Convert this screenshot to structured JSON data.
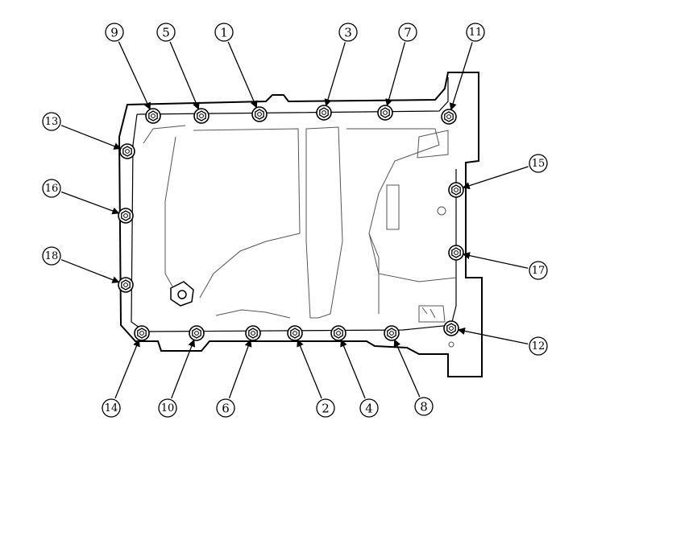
{
  "diagram": {
    "callouts": [
      {
        "label": "1"
      },
      {
        "label": "2"
      },
      {
        "label": "3"
      },
      {
        "label": "4"
      },
      {
        "label": "5"
      },
      {
        "label": "6"
      },
      {
        "label": "7"
      },
      {
        "label": "8"
      },
      {
        "label": "9"
      },
      {
        "label": "10"
      },
      {
        "label": "11"
      },
      {
        "label": "12"
      },
      {
        "label": "13"
      },
      {
        "label": "14"
      },
      {
        "label": "15"
      },
      {
        "label": "16"
      },
      {
        "label": "17"
      },
      {
        "label": "18"
      }
    ],
    "colors": {
      "line": "#000000",
      "background": "#ffffff"
    }
  }
}
